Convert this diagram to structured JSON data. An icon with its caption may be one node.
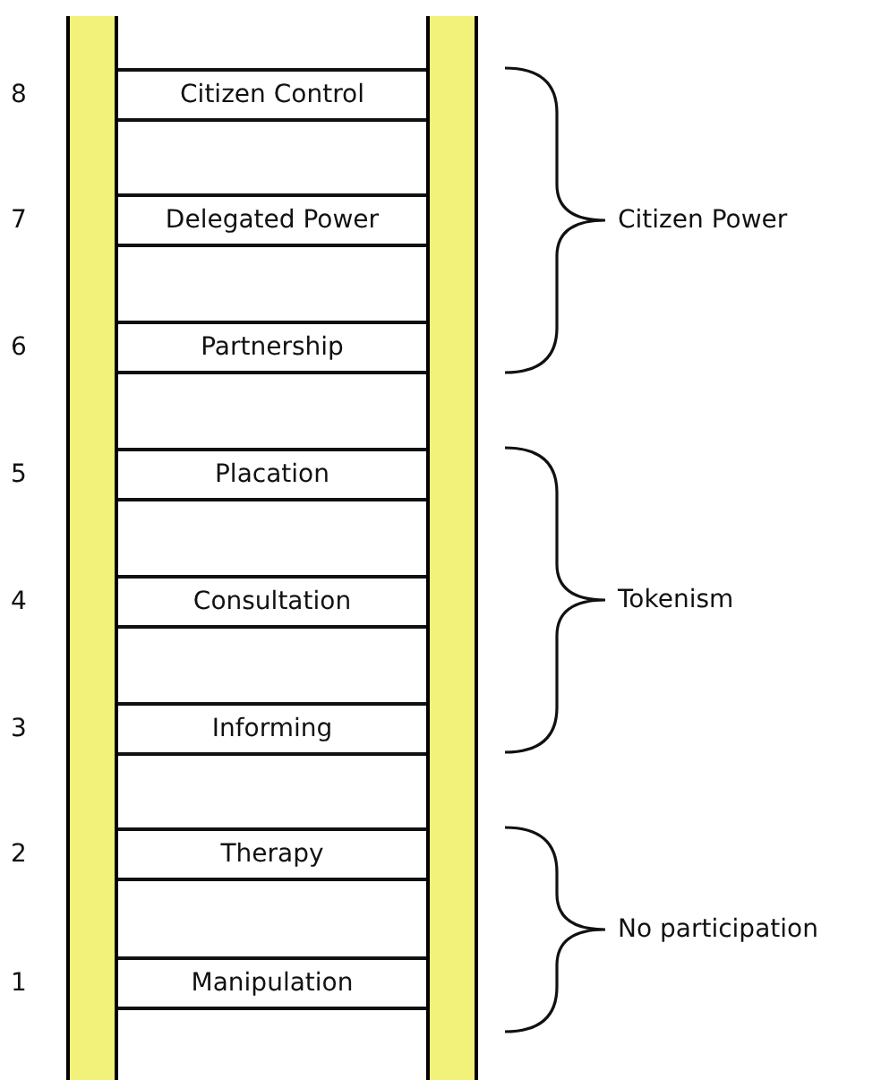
{
  "diagram": {
    "nodes": [
      {
        "text": [
          "Citizen Control"
        ]
      },
      {
        "text": [
          "Delegated Power"
        ]
      },
      {
        "text": [
          "Partnership"
        ]
      },
      {
        "text": [
          "Placation"
        ]
      },
      {
        "text": [
          "Consultation"
        ]
      },
      {
        "text": [
          "Informing"
        ]
      },
      {
        "text": [
          "Therapy"
        ]
      },
      {
        "text": [
          "Manipulation"
        ]
      },
      {
        "text": [],
        "shape": "bar"
      },
      {
        "text": [],
        "shape": "bar"
      }
    ],
    "labels": [
      "8",
      "7",
      "Citizen Power",
      "6",
      "5",
      "4",
      "Tokenism",
      "3",
      "2",
      "No participation",
      "1"
    ]
  }
}
